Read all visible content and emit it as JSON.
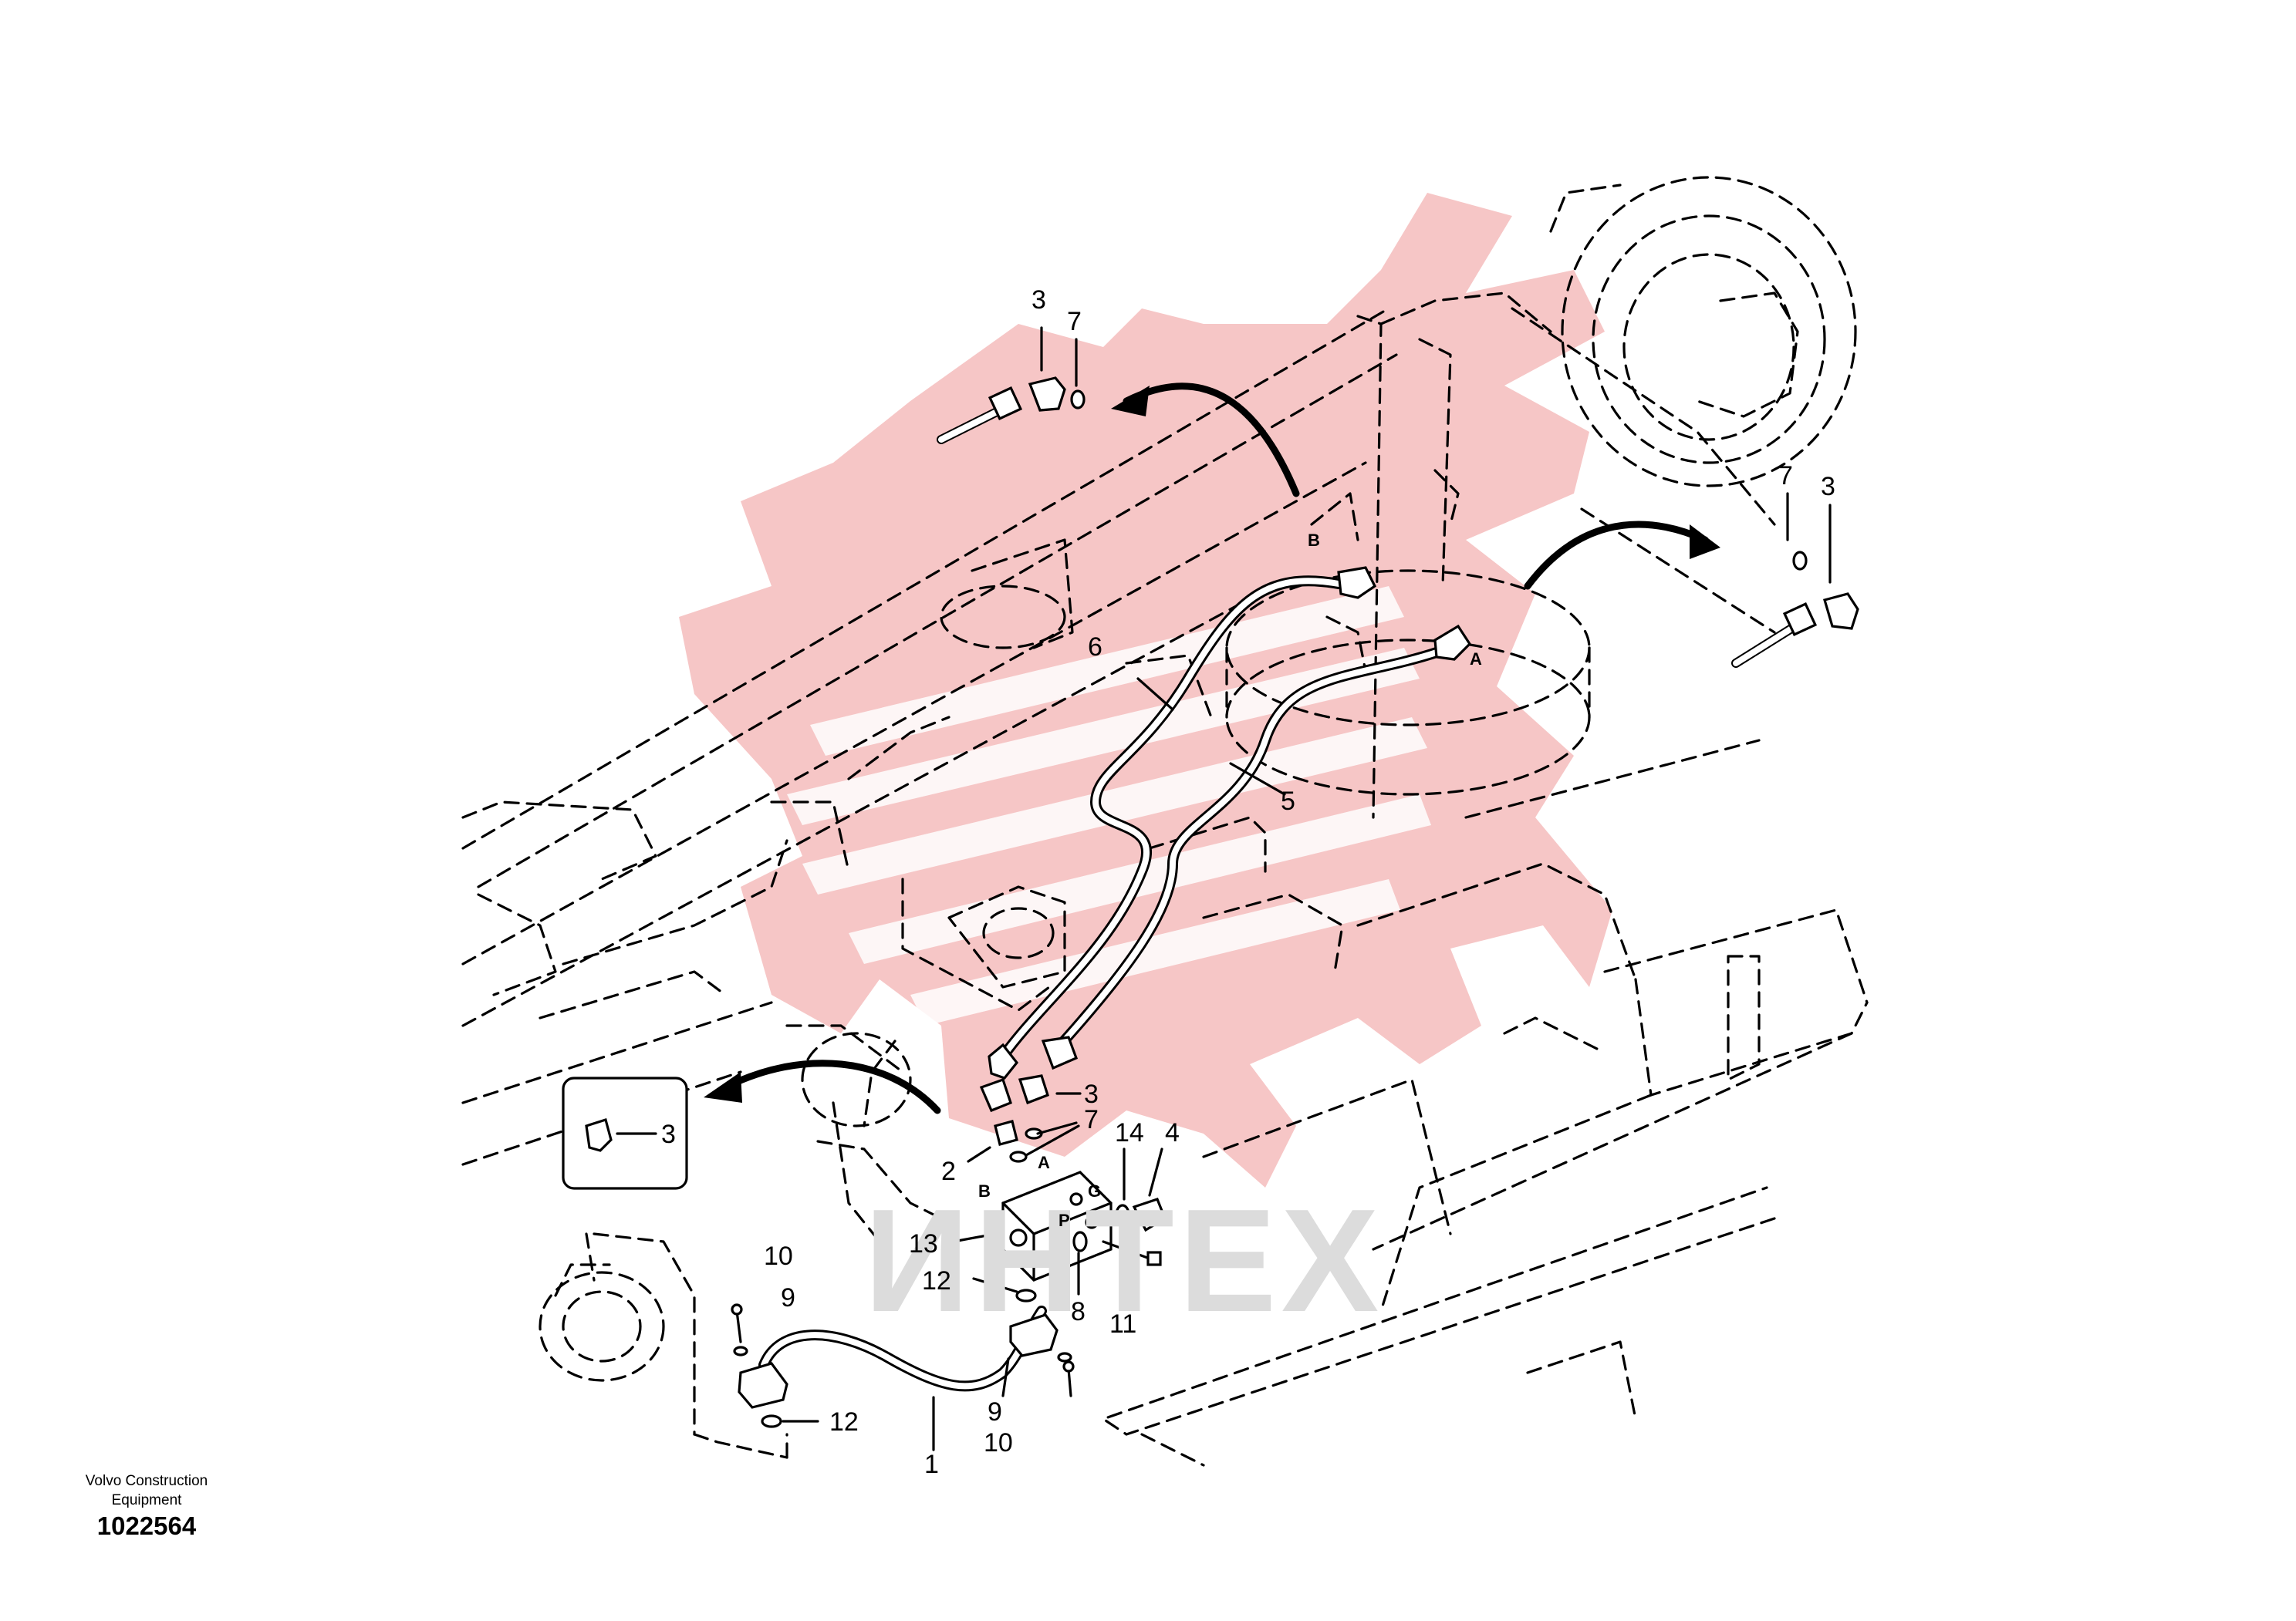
{
  "callouts": {
    "top_left_3": "3",
    "top_left_7": "7",
    "right_7": "7",
    "right_3": "3",
    "hose_6": "6",
    "hose_5": "5",
    "fitting_3": "3",
    "box_3": "3",
    "washers_7": "7",
    "fitting_2": "2",
    "seal_14": "14",
    "plug_4": "4",
    "block_13": "13",
    "bolt_10_left": "10",
    "washer_9_left": "9",
    "oring_12_mid": "12",
    "washer_8": "8",
    "bolt_11": "11",
    "washer_9_right": "9",
    "bolt_10_right": "10",
    "oring_12_bottom": "12",
    "tube_1": "1"
  },
  "ports": {
    "motor_b": "B",
    "motor_a": "A",
    "block_b": "B",
    "block_a": "A",
    "block_g": "G",
    "block_p": "P"
  },
  "footer": {
    "company_line1": "Volvo Construction",
    "company_line2": "Equipment",
    "drawing_number": "1022564"
  },
  "watermark": {
    "text": "ИНТЕХ",
    "color": "#f6c3c3"
  },
  "colors": {
    "line": "#000000",
    "background": "#ffffff",
    "watermark_gear": "#f6c3c3",
    "watermark_text": "#dcdcdc"
  }
}
